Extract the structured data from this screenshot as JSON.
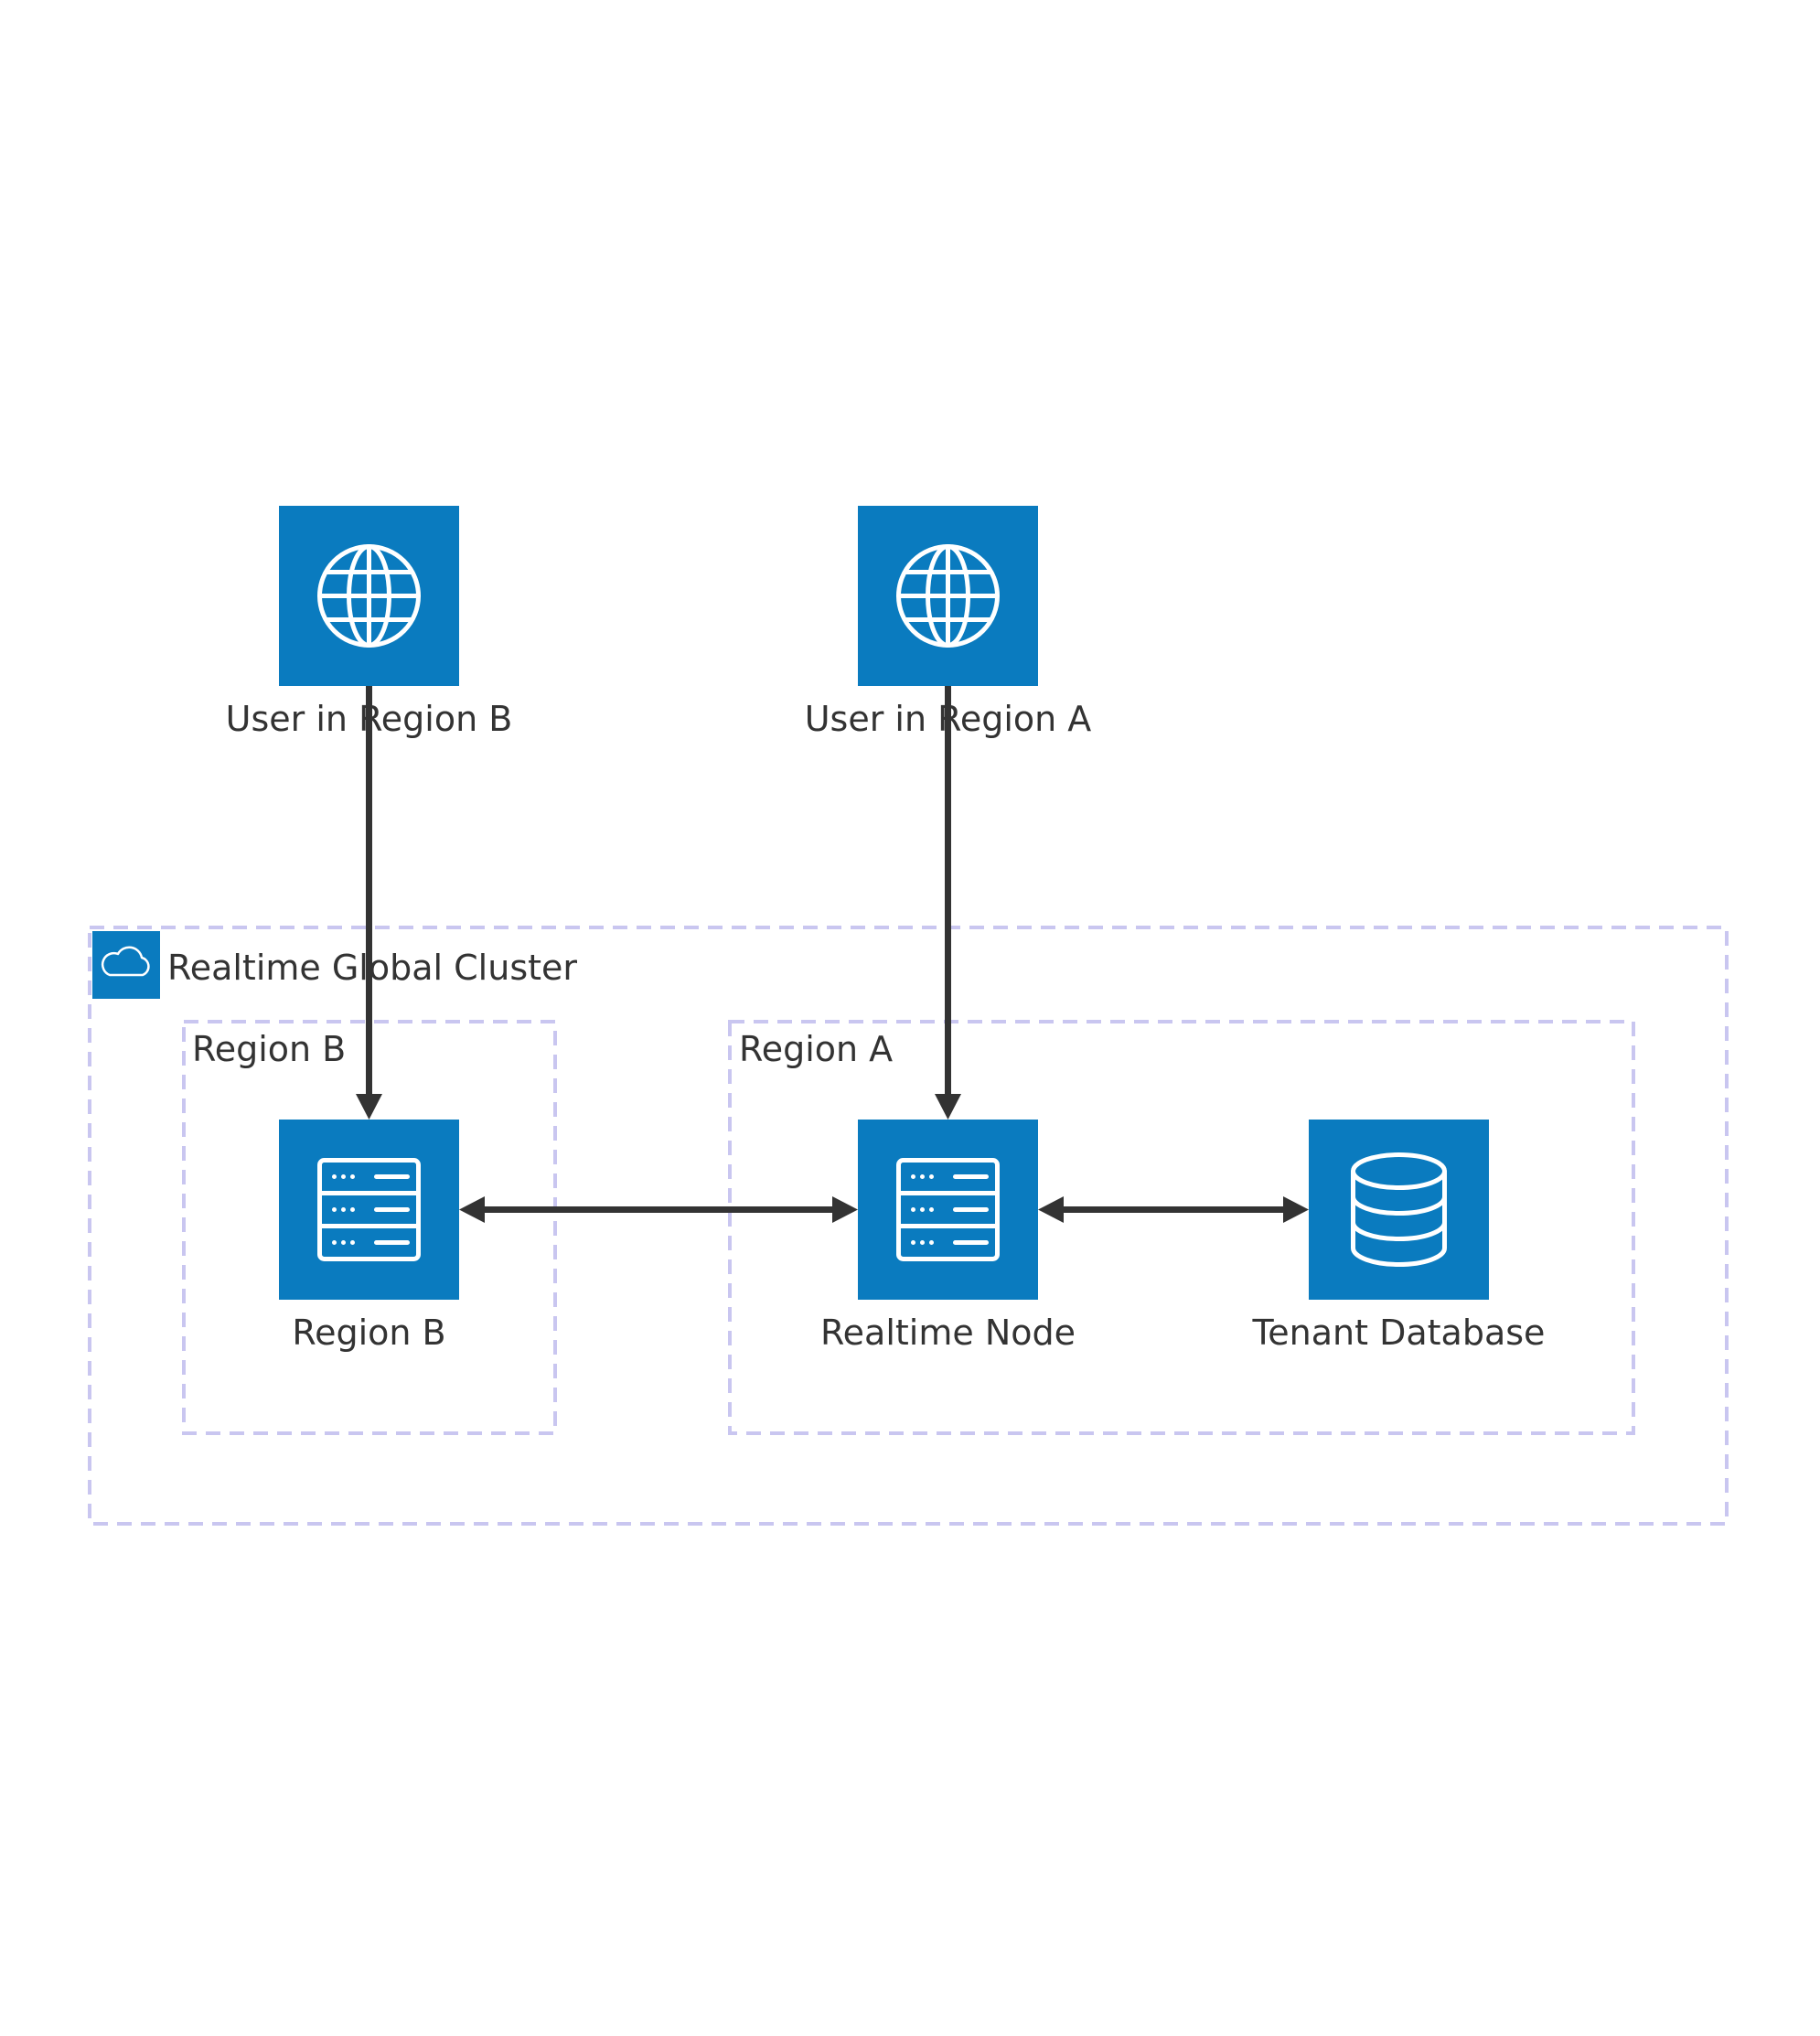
{
  "diagram": {
    "groups": {
      "cluster": {
        "title": "Realtime Global Cluster",
        "icon": "cloud-icon"
      },
      "region_b": {
        "title": "Region B"
      },
      "region_a": {
        "title": "Region A"
      }
    },
    "nodes": {
      "user_b": {
        "label": "User in Region B",
        "icon": "globe-icon"
      },
      "user_a": {
        "label": "User in Region A",
        "icon": "globe-icon"
      },
      "region_b_node": {
        "label": "Region B",
        "icon": "server-icon"
      },
      "realtime_node": {
        "label": "Realtime Node",
        "icon": "server-icon"
      },
      "tenant_db": {
        "label": "Tenant Database",
        "icon": "database-icon"
      }
    },
    "edges": [
      {
        "from": "User in Region B",
        "to": "Region B",
        "direction": "one-way"
      },
      {
        "from": "User in Region A",
        "to": "Realtime Node",
        "direction": "one-way"
      },
      {
        "from": "Region B",
        "to": "Realtime Node",
        "direction": "two-way"
      },
      {
        "from": "Realtime Node",
        "to": "Tenant Database",
        "direction": "two-way"
      }
    ],
    "colors": {
      "node_fill": "#0a7bbf",
      "group_border": "#c9c6f0",
      "edge": "#333333",
      "text": "#333333"
    }
  }
}
